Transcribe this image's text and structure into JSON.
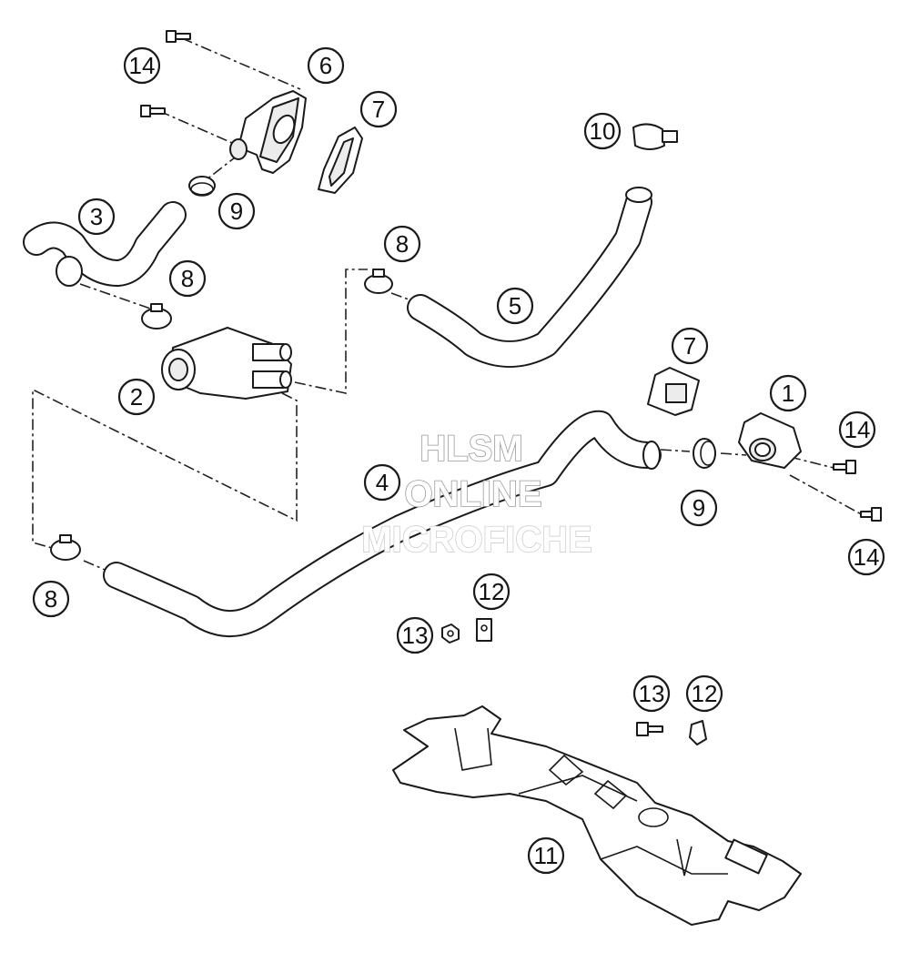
{
  "watermark": {
    "line1": "HLSM",
    "line2": "ONLINE",
    "line3": "MICROFICHE"
  },
  "callouts": [
    {
      "id": "c14a",
      "label": "14"
    },
    {
      "id": "c6",
      "label": "6"
    },
    {
      "id": "c7a",
      "label": "7"
    },
    {
      "id": "c10",
      "label": "10"
    },
    {
      "id": "c3",
      "label": "3"
    },
    {
      "id": "c9a",
      "label": "9"
    },
    {
      "id": "c8a",
      "label": "8"
    },
    {
      "id": "c8b",
      "label": "8"
    },
    {
      "id": "c5",
      "label": "5"
    },
    {
      "id": "c2",
      "label": "2"
    },
    {
      "id": "c7b",
      "label": "7"
    },
    {
      "id": "c1",
      "label": "1"
    },
    {
      "id": "c14b",
      "label": "14"
    },
    {
      "id": "c4",
      "label": "4"
    },
    {
      "id": "c9b",
      "label": "9"
    },
    {
      "id": "c14c",
      "label": "14"
    },
    {
      "id": "c8c",
      "label": "8"
    },
    {
      "id": "c12a",
      "label": "12"
    },
    {
      "id": "c13a",
      "label": "13"
    },
    {
      "id": "c13b",
      "label": "13"
    },
    {
      "id": "c12b",
      "label": "12"
    },
    {
      "id": "c11",
      "label": "11"
    }
  ]
}
